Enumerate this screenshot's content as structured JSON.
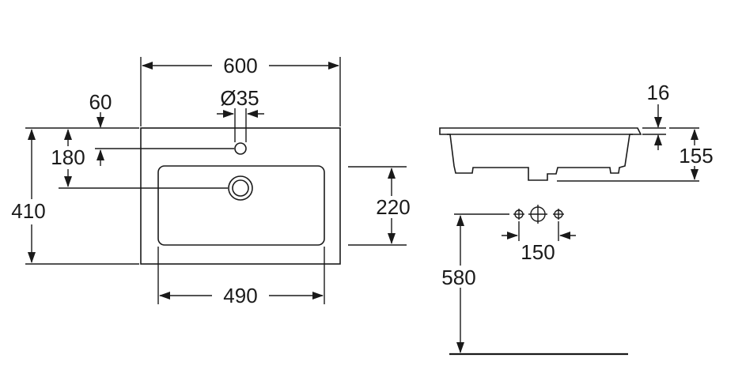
{
  "top_view": {
    "overall_width": "600",
    "tap_hole_diameter": "Ø35",
    "tap_hole_edge_offset": "60",
    "waste_position": "180",
    "overall_depth": "410",
    "bowl_depth": "220",
    "bowl_width": "490"
  },
  "side_view": {
    "rim_thickness": "16",
    "height": "155"
  },
  "installation": {
    "tap_hole_spacing": "150",
    "mounting_height": "580"
  }
}
